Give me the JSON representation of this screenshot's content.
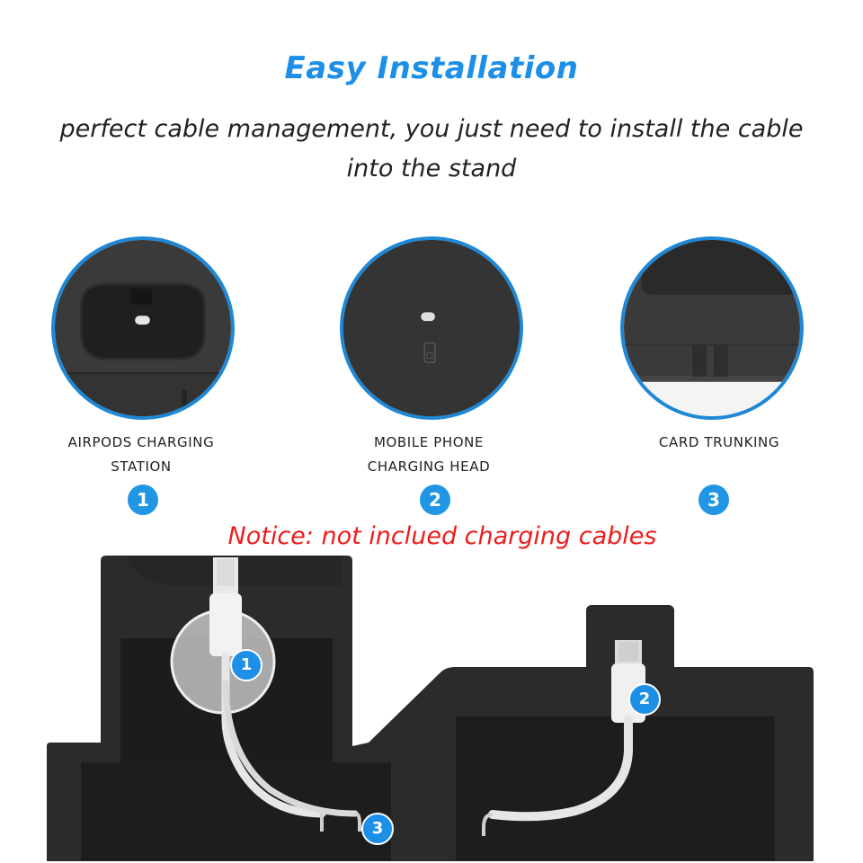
{
  "header": {
    "title": "Easy Installation",
    "subtitle": "perfect cable management, you just need to install the cable into the stand"
  },
  "features": [
    {
      "label_line1": "AIRPODS CHARGING",
      "label_line2": "STATION",
      "number": "1",
      "icon": "airpods-slot-icon"
    },
    {
      "label_line1": "MOBILE PHONE",
      "label_line2": "CHARGING HEAD",
      "number": "2",
      "icon": "phone-charging-head-icon"
    },
    {
      "label_line1": "CARD TRUNKING",
      "label_line2": "",
      "number": "3",
      "icon": "cable-trunking-icon"
    }
  ],
  "notice": "Notice: not inclued charging cables",
  "photo_callouts": [
    "1",
    "2",
    "3"
  ],
  "colors": {
    "accent_blue": "#1e8fe6",
    "notice_red": "#ee1c1c",
    "stand_black": "#2b2b2b"
  }
}
